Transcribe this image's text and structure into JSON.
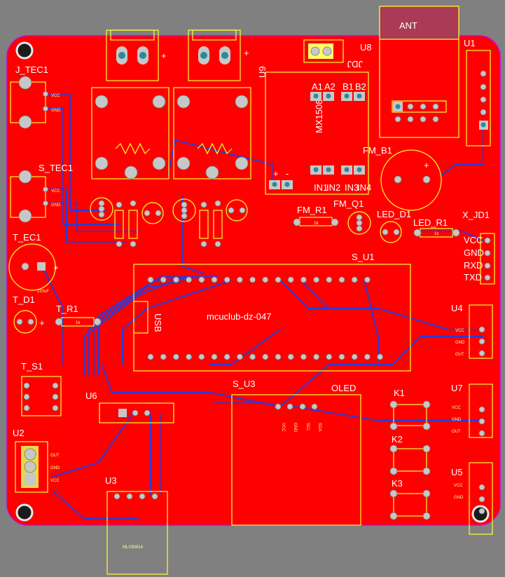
{
  "board": {
    "title": "mcuclub-dz-047",
    "colors": {
      "background": "#808080",
      "copper": "#ff0000",
      "silk": "#ffff33",
      "trace": "#2a3ad8",
      "outline": "#d000d0"
    }
  },
  "labels": {
    "j_tec1": "J_TEC1",
    "s_tec1": "S_TEC1",
    "t_ec1": "T_EC1",
    "t_d1": "T_D1",
    "t_r1": "T_R1",
    "t_s1": "T_S1",
    "u2": "U2",
    "u3": "U3",
    "u6": "U6",
    "u8": "U8",
    "u9": "U9",
    "u1": "U1",
    "u4": "U4",
    "u7": "U7",
    "u5": "U5",
    "fm_b1": "FM_B1",
    "fm_r1": "FM_R1",
    "fm_q1": "FM_Q1",
    "led_d1": "LED_D1",
    "led_r1": "LED_R1",
    "x_jd1": "X_JD1",
    "s_u1": "S_U1",
    "s_u3": "S_U3",
    "jdj": "JDJ",
    "k1": "K1",
    "k2": "K2",
    "k3": "K3",
    "ant": "ANT",
    "mx1508": "MX1508",
    "oled": "OLED",
    "usb": "USB",
    "mlx": "MLX90614",
    "cap": "220uF",
    "res_1k": "1k"
  },
  "pins": {
    "vcc": "VCC",
    "gnd": "GND",
    "rxd": "RXD",
    "txd": "TXD",
    "out": "OUT",
    "a1": "A1",
    "a2": "A2",
    "b1": "B1",
    "b2": "B2",
    "in1": "IN1",
    "in2": "IN2",
    "in3": "IN3",
    "in4": "IN4",
    "sda": "SDA",
    "scl": "SCL",
    "plus": "+",
    "minus": "-"
  }
}
